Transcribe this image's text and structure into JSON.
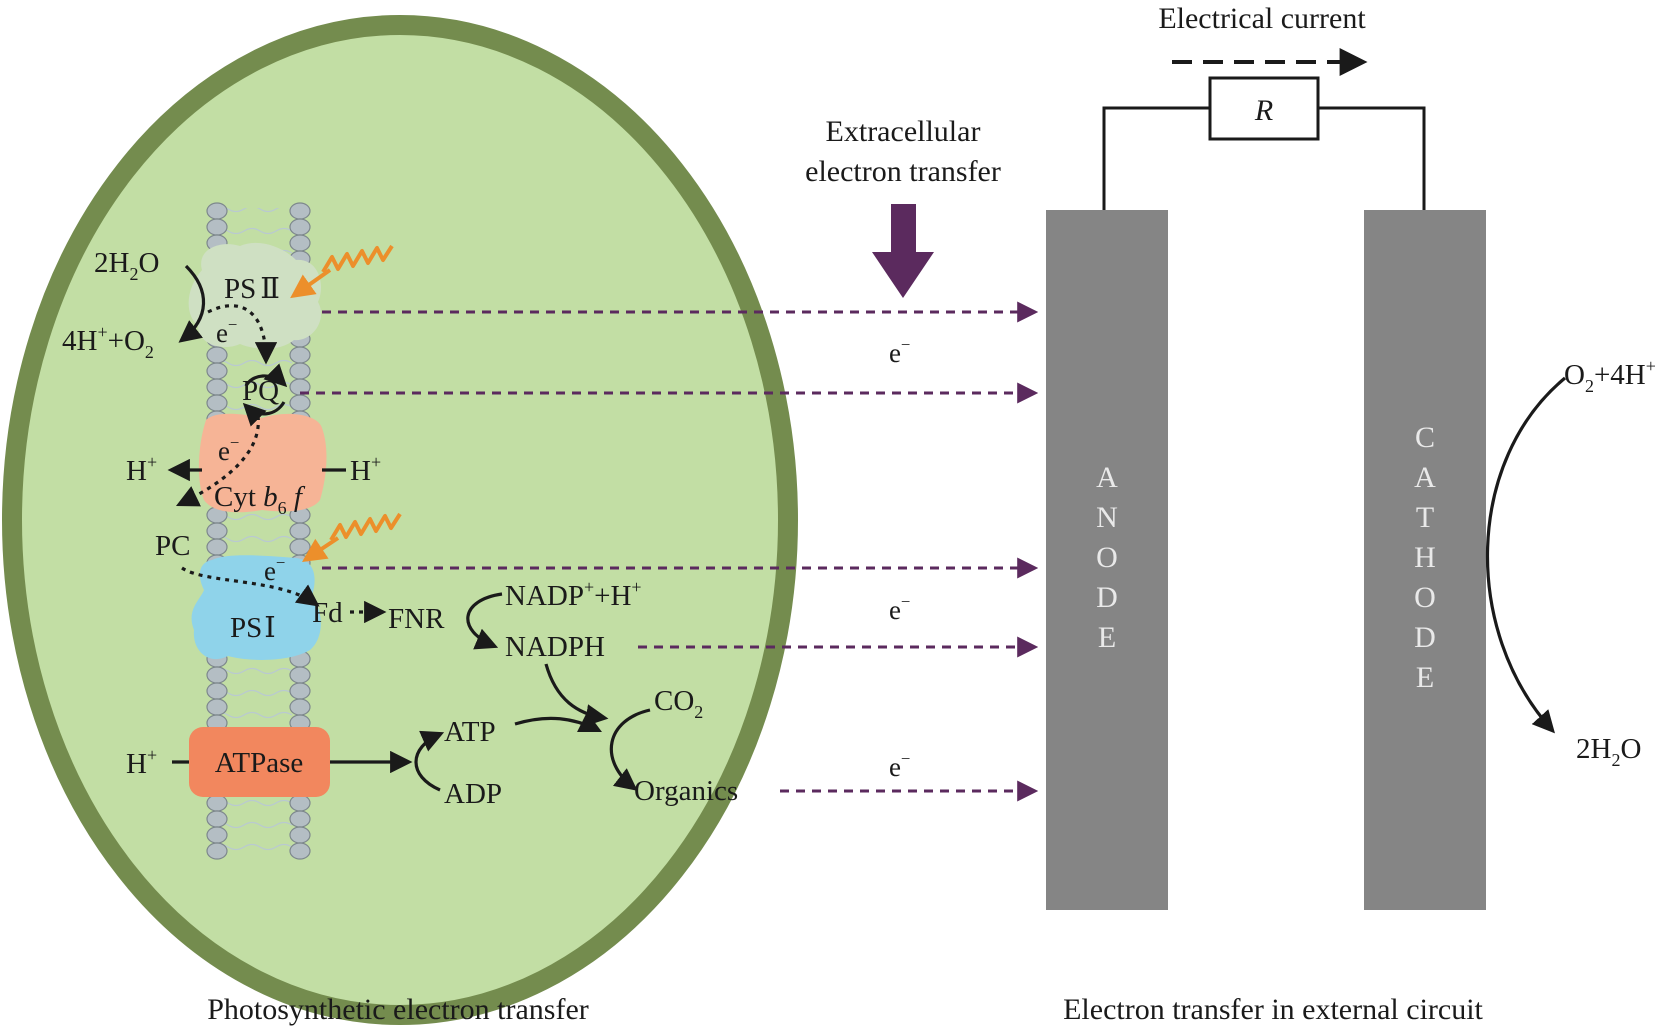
{
  "captions": {
    "left": "Photosynthetic electron transfer",
    "right": "Electron transfer in external circuit"
  },
  "circuit": {
    "current_label": "Electrical current",
    "resistor_label": "R",
    "anode_letters": [
      "A",
      "N",
      "O",
      "D",
      "E"
    ],
    "cathode_letters": [
      "C",
      "A",
      "T",
      "H",
      "O",
      "D",
      "E"
    ],
    "cathode_reaction": {
      "reactant": "O",
      "reactant_sub": "2",
      "reactant_tail": "+4H",
      "reactant_sup": "+",
      "product": "2H",
      "product_sub": "2",
      "product_tail": "O"
    }
  },
  "extracellular": {
    "line1": "Extracellular",
    "line2": "electron transfer",
    "electron_symbol": "e",
    "electron_sup": "−"
  },
  "cell": {
    "water_in": {
      "a": "2H",
      "sub": "2",
      "b": "O"
    },
    "water_out": {
      "a": "4H",
      "sup": "+",
      "b": "+O",
      "sub": "2"
    },
    "psii": {
      "text": "PS",
      "numeral": "Ⅱ"
    },
    "psi": {
      "text": "PS",
      "numeral": "Ⅰ"
    },
    "pq": "PQ",
    "pc": "PC",
    "cyt": {
      "a": "Cyt ",
      "b": "b",
      "sub": "6",
      "c": " f"
    },
    "proton": {
      "a": "H",
      "sup": "+"
    },
    "fd": "Fd",
    "fnr": "FNR",
    "nadp": {
      "a": "NADP",
      "sup": "+",
      "b": "+H",
      "sup2": "+"
    },
    "nadph": "NADPH",
    "atp": "ATP",
    "adp": "ADP",
    "atpase": "ATPase",
    "co2": {
      "a": "CO",
      "sub": "2"
    },
    "organics": "Organics"
  },
  "colors": {
    "cell_fill": "#c2dea4",
    "cell_border": "#748c4e",
    "electrode": "#858585",
    "purple": "#5b2a5e",
    "orange_light": "#ec8f2b",
    "psii": "#cfe0c3",
    "cyt": "#f6b496",
    "psi": "#8fd3ea",
    "atpase": "#f2875e"
  }
}
